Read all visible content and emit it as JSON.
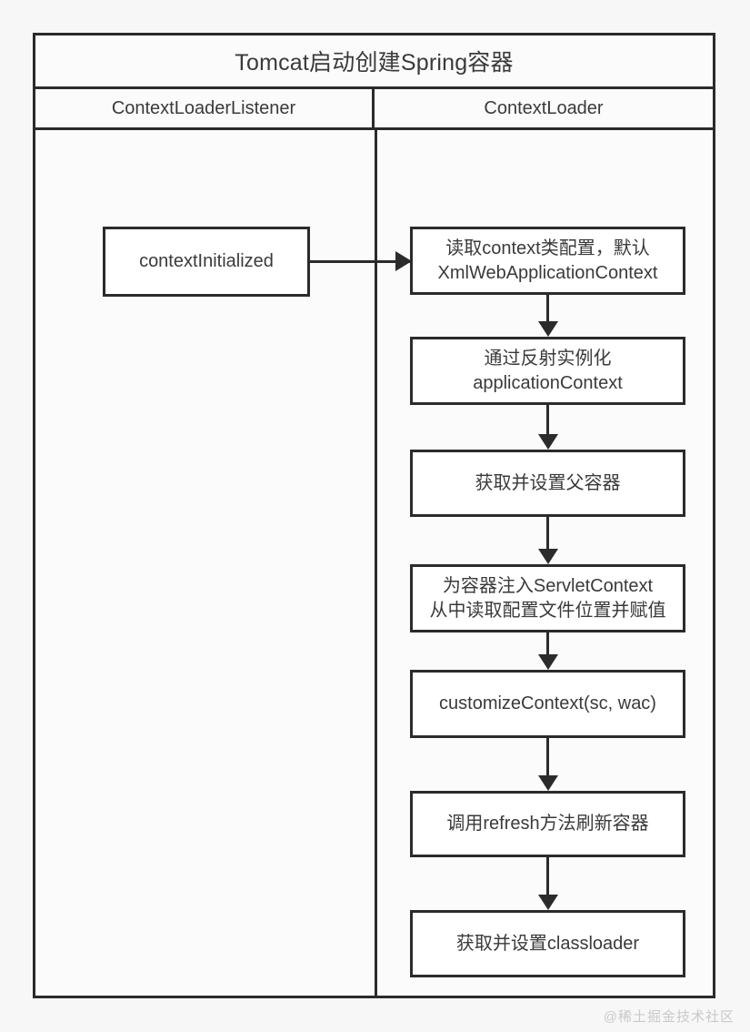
{
  "diagram": {
    "title": "Tomcat启动创建Spring容器",
    "lanes": [
      {
        "id": "context-loader-listener",
        "label": "ContextLoaderListener"
      },
      {
        "id": "context-loader",
        "label": "ContextLoader"
      }
    ],
    "nodes": {
      "context_initialized": "contextInitialized",
      "read_context_class": "读取context类配置，默认\nXmlWebApplicationContext",
      "reflect_instantiate": "通过反射实例化\napplicationContext",
      "set_parent_container": "获取并设置父容器",
      "inject_servletcontext": "为容器注入ServletContext\n从中读取配置文件位置并赋值",
      "customize_context": "customizeContext(sc, wac)",
      "call_refresh": "调用refresh方法刷新容器",
      "set_classloader": "获取并设置classloader"
    },
    "colors": {
      "stroke": "#2b2b2b",
      "node_fill": "#ffffff",
      "lane_fill": "#fbfbfb",
      "text": "#3a3a3a",
      "page_background": "#f7f7f7",
      "watermark": "#c9c9c9"
    }
  },
  "watermark": {
    "text": "@稀土掘金技术社区"
  }
}
